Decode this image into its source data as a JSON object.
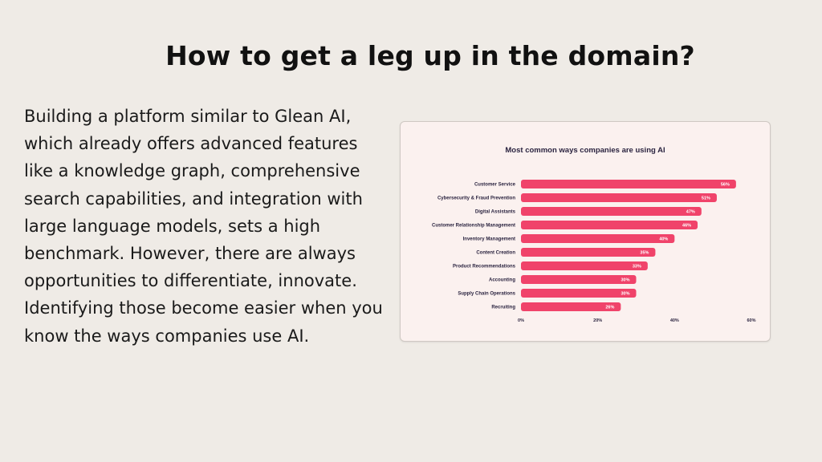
{
  "slide": {
    "title": "How to get a leg up in the domain?",
    "body": "Building a platform similar to Glean AI, which already offers advanced features like a knowledge graph, comprehensive search capabilities, and integration with large language models, sets a high benchmark. However, there are always opportunities to differentiate, innovate. Identifying those become easier when you know the ways companies use AI."
  },
  "colors": {
    "bar": "#f0436a",
    "background": "#efebe6",
    "card": "#fbf1ef"
  },
  "chart_data": {
    "type": "bar",
    "orientation": "horizontal",
    "title": "Most common ways companies are using AI",
    "categories": [
      "Customer Service",
      "Cybersecurity & Fraud Prevention",
      "Digital Assistants",
      "Customer Relationship Management",
      "Inventory Management",
      "Content Creation",
      "Product Recommendations",
      "Accounting",
      "Supply Chain Operations",
      "Recruiting"
    ],
    "values": [
      56,
      51,
      47,
      46,
      40,
      35,
      33,
      30,
      30,
      26
    ],
    "value_labels": [
      "56%",
      "51%",
      "47%",
      "46%",
      "40%",
      "35%",
      "33%",
      "30%",
      "30%",
      "26%"
    ],
    "xlim": [
      0,
      60
    ],
    "xticks": [
      "0%",
      "20%",
      "40%",
      "60%"
    ],
    "grid": false,
    "legend": false
  }
}
